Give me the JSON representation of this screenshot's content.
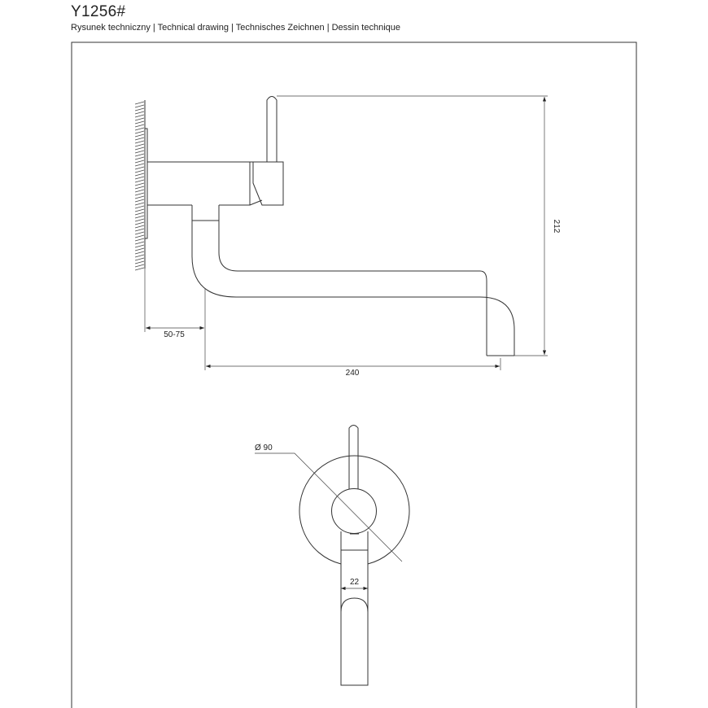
{
  "header": {
    "title": "Y1256#",
    "subtitle": "Rysunek techniczny | Technical drawing | Technisches Zeichnen | Dessin technique"
  },
  "side_view": {
    "dimensions": {
      "height": "212",
      "wall_offset": "50-75",
      "spout_reach": "240"
    }
  },
  "front_view": {
    "dimensions": {
      "rosette_diameter": "Ø 90",
      "spout_width": "22"
    }
  }
}
